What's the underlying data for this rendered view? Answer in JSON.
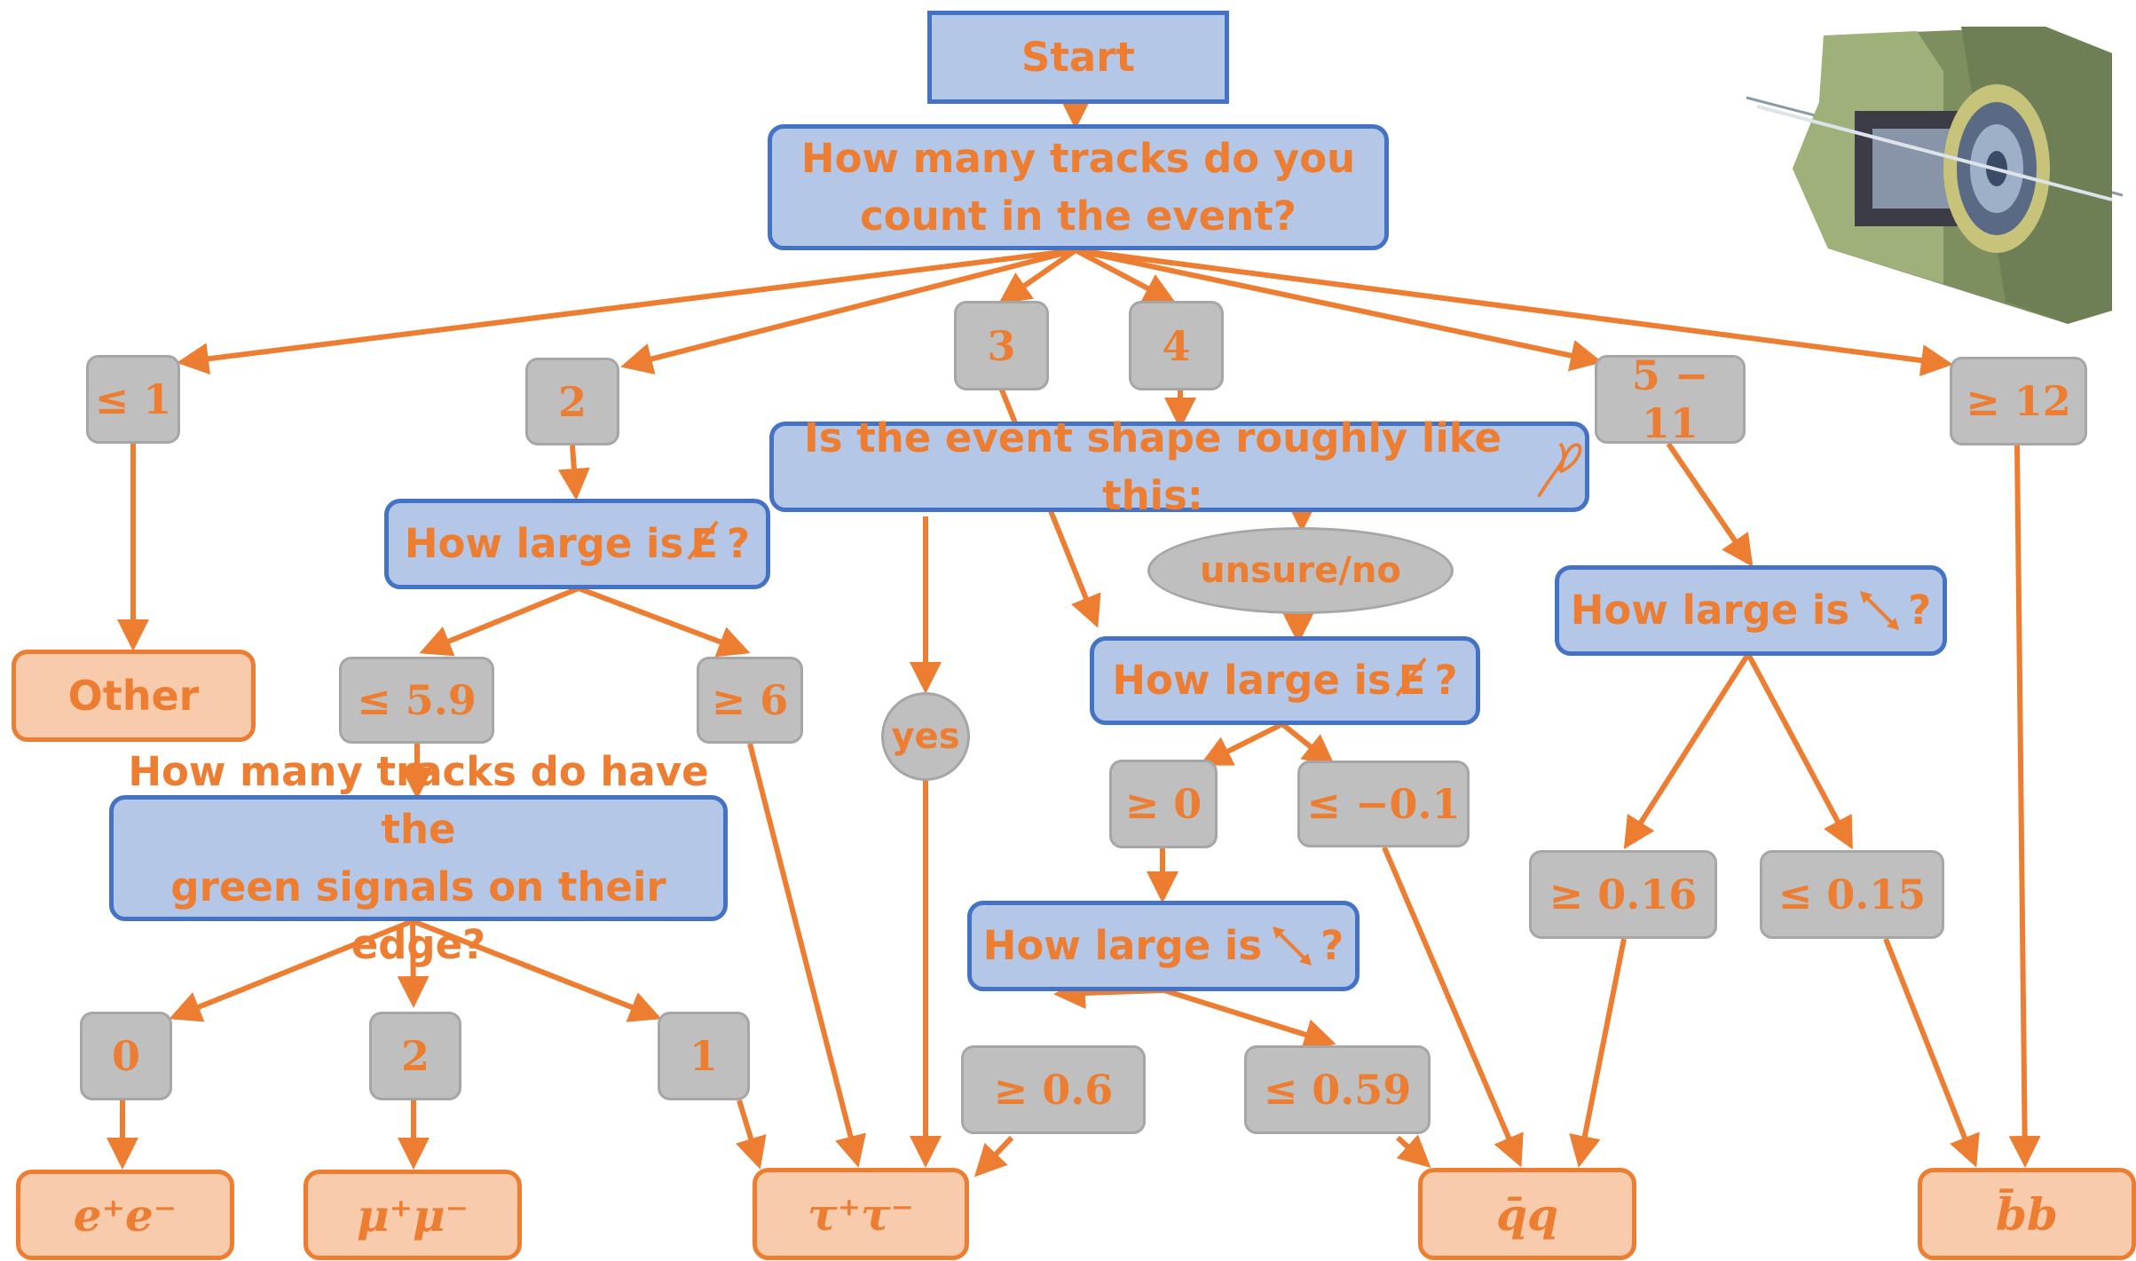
{
  "start": "Start",
  "q_tracks": [
    "How many tracks do you",
    "count in the event?"
  ],
  "branches": {
    "le1": "≤ 1",
    "two": "2",
    "three": "3",
    "four": "4",
    "five_eleven": "5 − 11",
    "ge12": "≥ 12"
  },
  "outcomes": {
    "other": "Other",
    "ee": "e⁺e⁻",
    "mumu": "μ⁺μ⁻",
    "tautau": "τ⁺τ⁻",
    "qq": "q̄q",
    "bb": "b̄b"
  },
  "q_energy_a": {
    "prefix": "How large is",
    "symbol": "E",
    "suffix": "?"
  },
  "q_energy_b": {
    "prefix": "How large is",
    "symbol": "E",
    "suffix": "?"
  },
  "q_shape": "Is the event shape roughly like this:",
  "q_green": [
    "How many tracks do have the",
    "green signals on their edge?"
  ],
  "q_angle_a": {
    "prefix": "How large is",
    "suffix": "?"
  },
  "q_angle_b": {
    "prefix": "How large is",
    "suffix": "?"
  },
  "answers": {
    "le59": "≤ 5.9",
    "ge6": "≥ 6",
    "yes": "yes",
    "unsure": "unsure/no",
    "ge0": "≥ 0",
    "le_m01": "≤ −0.1",
    "ge016": "≥ 0.16",
    "le015": "≤ 0.15",
    "g0": "0",
    "g2": "2",
    "g1": "1",
    "ge06": "≥ 0.6",
    "le059": "≤ 0.59"
  },
  "colors": {
    "question_fill": "#B4C7E7",
    "question_border": "#4472C4",
    "answer_fill": "#BFBFBF",
    "outcome_fill": "#F8CBAD",
    "text_and_arrows": "#ED7D31"
  }
}
